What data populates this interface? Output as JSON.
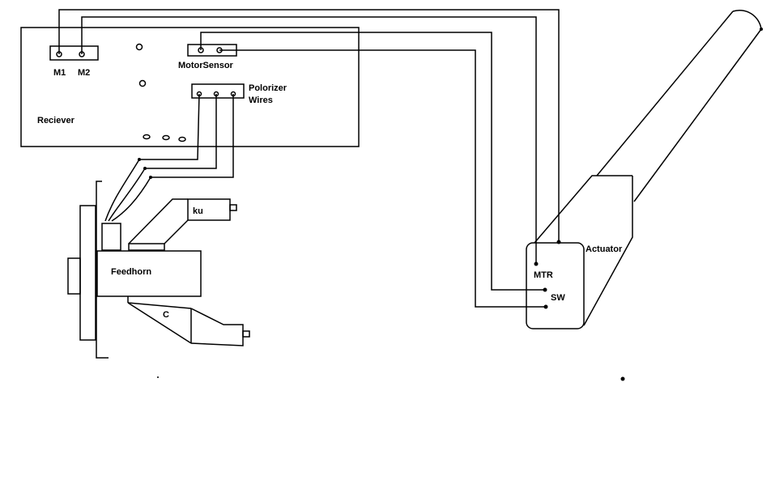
{
  "labels": {
    "m1": "M1",
    "m2": "M2",
    "motor_sensor": "MotorSensor",
    "polarizer_line1": "Polorizer",
    "polarizer_line2": "Wires",
    "receiver": "Reciever",
    "ku": "ku",
    "feedhorn": "Feedhorn",
    "c_band": "C",
    "actuator": "Actuator",
    "mtr": "MTR",
    "sw": "SW"
  },
  "colors": {
    "line": "#000000",
    "background": "#ffffff"
  }
}
